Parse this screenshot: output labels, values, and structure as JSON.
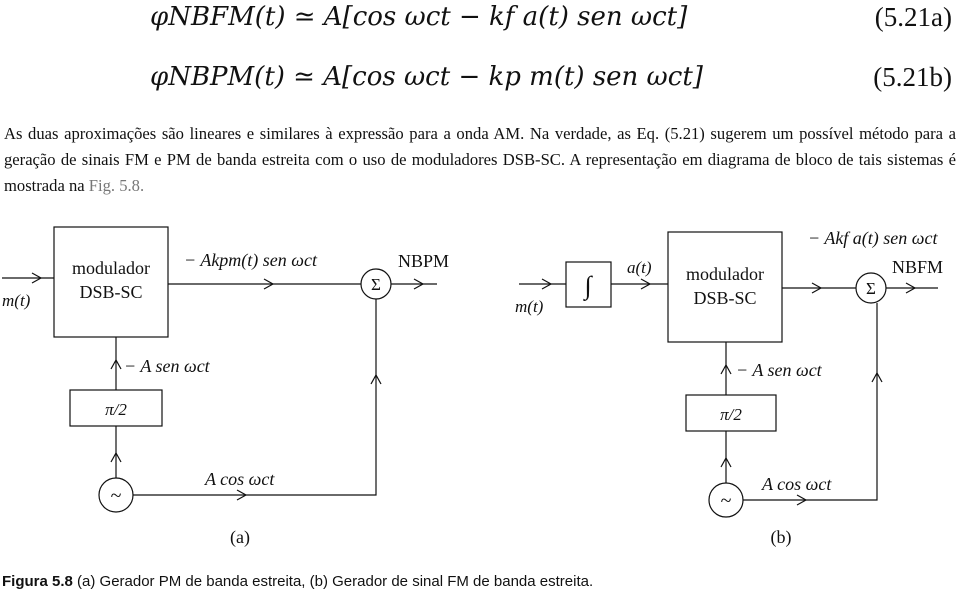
{
  "equations": [
    {
      "formula": "φNBFM(t) ≃ A[cos ωct − kf a(t) sen ωct]",
      "number": "(5.21a)"
    },
    {
      "formula": "φNBPM(t) ≃ A[cos ωct − kp m(t) sen ωct]",
      "number": "(5.21b)"
    }
  ],
  "paragraph": {
    "text": "As duas aproximações são lineares e similares à expressão para a onda AM. Na verdade, as Eq. (5.21) sugerem um possível método para a geração de sinais FM e PM de banda estreita com o uso de moduladores DSB-SC. A representação em diagrama de bloco de tais sistemas é mostrada na ",
    "fig_ref": "Fig. 5.8."
  },
  "diagram_a": {
    "input_label": "m(t)",
    "modulator_line1": "modulador",
    "modulator_line2": "DSB-SC",
    "output_signal": "− Akpm(t) sen ωct",
    "output_label": "NBPM",
    "sum_symbol": "Σ",
    "phase_shift": "π/2",
    "carrier_shifted": "− A sen ωct",
    "carrier": "A cos ωct",
    "oscillator_symbol": "~",
    "panel_label": "(a)"
  },
  "diagram_b": {
    "input_label": "m(t)",
    "integrator_symbol": "∫",
    "integrated_label": "a(t)",
    "modulator_line1": "modulador",
    "modulator_line2": "DSB-SC",
    "output_signal": "− Akf a(t) sen ωct",
    "output_label": "NBFM",
    "sum_symbol": "Σ",
    "phase_shift": "π/2",
    "carrier_shifted": "− A sen ωct",
    "carrier": "A cos ωct",
    "oscillator_symbol": "~",
    "panel_label": "(b)"
  },
  "caption": {
    "figure_label": "Figura 5.8",
    "text": " (a) Gerador PM de banda estreita, (b) Gerador de sinal FM de banda estreita."
  }
}
